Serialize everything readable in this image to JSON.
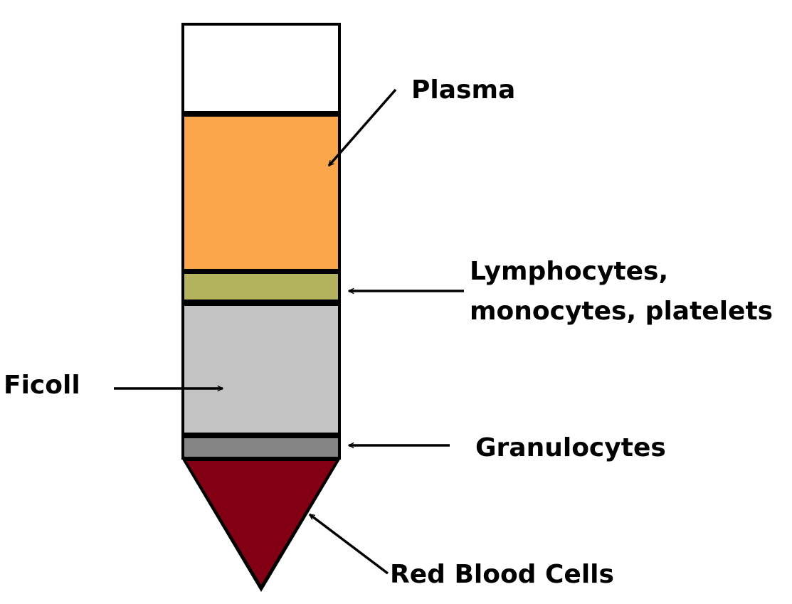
{
  "labels": {
    "plasma": "Plasma",
    "lymphocytes_line1": "Lymphocytes,",
    "lymphocytes_line2": "monocytes, platelets",
    "ficoll": "Ficoll",
    "granulocytes": "Granulocytes",
    "red_blood_cells": "Red Blood Cells"
  },
  "layers": [
    {
      "name": "empty",
      "color": "#ffffff"
    },
    {
      "name": "plasma",
      "color": "#fba64a"
    },
    {
      "name": "lymphocytes-monocytes-platelets",
      "color": "#b3b35f"
    },
    {
      "name": "ficoll",
      "color": "#c3c3c3"
    },
    {
      "name": "granulocytes",
      "color": "#858585"
    },
    {
      "name": "red-blood-cells",
      "color": "#830014"
    }
  ],
  "colors": {
    "outline": "#000000"
  }
}
